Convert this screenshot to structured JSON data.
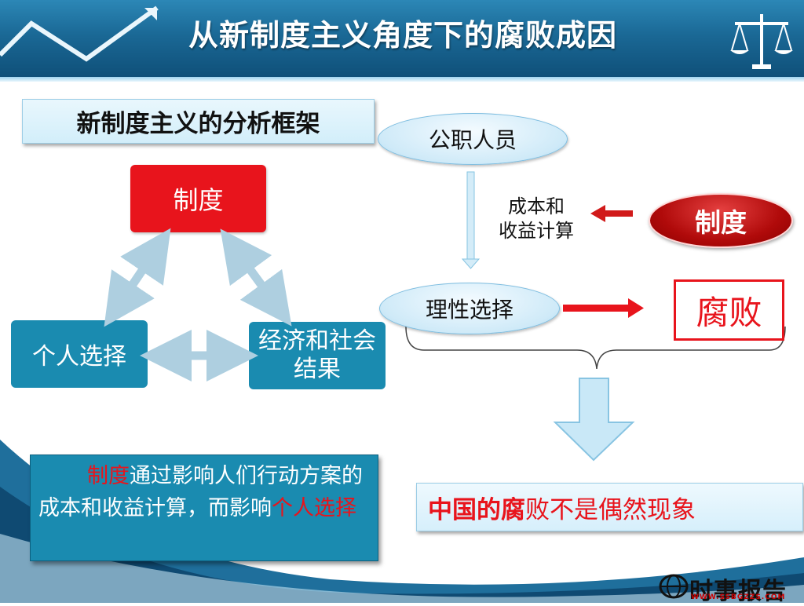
{
  "header": {
    "title": "从新制度主义角度下的腐败成因"
  },
  "left_diagram": {
    "frame_title": "新制度主义的分析框架",
    "node_institution": "制度",
    "node_individual_choice": "个人选择",
    "node_outcome": "经济和社会结果"
  },
  "right_diagram": {
    "node_official": "公职人员",
    "cost_benefit_label_line1": "成本和",
    "cost_benefit_label_line2": "收益计算",
    "node_institution": "制度",
    "node_rational_choice": "理性选择",
    "node_corruption": "腐败"
  },
  "description": {
    "part1_red": "制度",
    "part2": "通过影响人们行动方案的成本和收益计算，而影响",
    "part3_red": "个人选择"
  },
  "conclusion": {
    "part1_bold": "中国的腐",
    "part2": "败不是偶然现象"
  },
  "logo": {
    "text": "时事报告",
    "url": "WWW.SSBGZZS.COM"
  },
  "colors": {
    "accent_red": "#e8141c",
    "teal_box": "#1a8bb0",
    "header_blue": "#1a6895"
  }
}
